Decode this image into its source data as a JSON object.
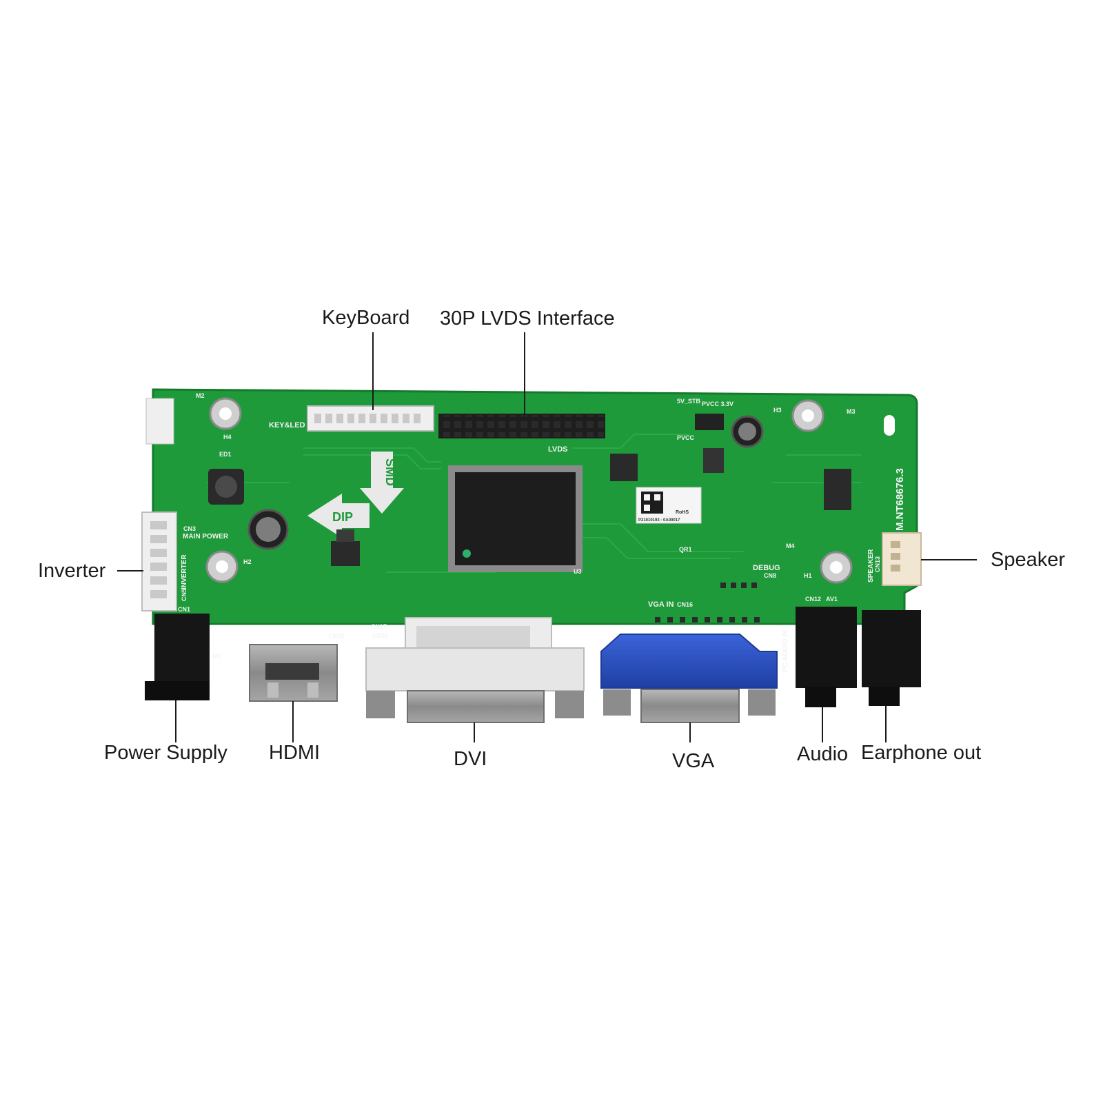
{
  "callouts": {
    "keyboard": "KeyBoard",
    "lvds": "30P LVDS Interface",
    "inverter": "Inverter",
    "speaker": "Speaker",
    "power_supply": "Power Supply",
    "hdmi": "HDMI",
    "dvi": "DVI",
    "vga": "VGA",
    "audio": "Audio",
    "earphone_out": "Earphone out"
  },
  "board": {
    "model": "M.NT68676.3",
    "silk": {
      "key_led": "KEY&LED",
      "lvds": "LVDS",
      "smd": "SMD",
      "dip": "DIP",
      "main_power": "MAIN POWER",
      "inverter": "INVERTER",
      "speaker": "SPEAKER",
      "debug": "DEBUG",
      "vga_in": "VGA IN",
      "pc_audio_in": "PC AUDIO IN",
      "stb": "5V_STB",
      "pvcc_33": "PVCC 3.3V",
      "pvcc": "PVCC",
      "qr1": "QR1",
      "rohs": "RoHS",
      "serial": "P21010193 - 0A00017",
      "cn12": "CN12",
      "av1": "AV1",
      "cn16": "CN16",
      "cn17": "CN17",
      "cn15": "CN15",
      "cn18": "CN18",
      "cn1": "CN1",
      "cn5": "CN5",
      "cn3": "CN3",
      "cn8": "CN8",
      "cn13": "CN13",
      "u3": "U3",
      "h1": "H1",
      "h2": "H2",
      "h3": "H3",
      "h4": "H4",
      "m1": "M1",
      "m2": "M2",
      "m3": "M3",
      "m4": "M4",
      "ed1": "ED1"
    }
  },
  "colors": {
    "pcb": "#1f9a3a",
    "pcb_dark": "#147a2b",
    "trace": "#2bb04a",
    "connector_white": "#efefef",
    "chip": "#1d1d1d",
    "vga_blue": "#2b4fbf",
    "metal": "#9a9a9a"
  }
}
